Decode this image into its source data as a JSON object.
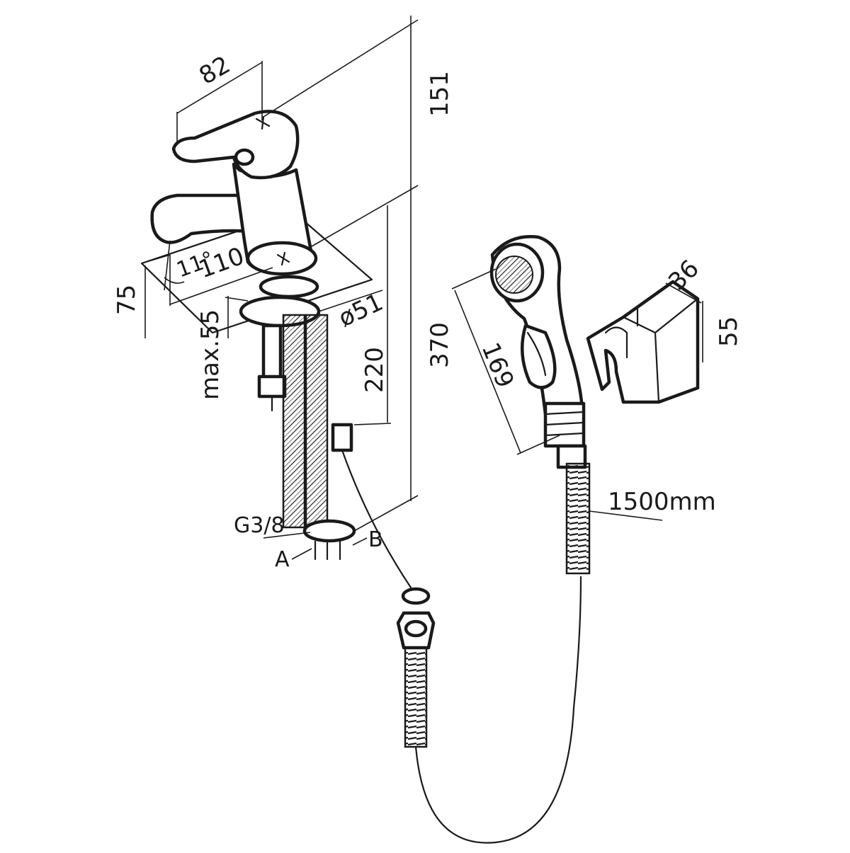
{
  "dimensions": {
    "handle_length": "82",
    "lever_height": "151",
    "spout_angle": "11°",
    "spout_reach": "110",
    "spout_height": "75",
    "deck_thickness": "max.55",
    "base_diameter": "ø51",
    "hose_length_inlet": "220",
    "total_height": "370",
    "handshower_length": "169",
    "holder_width": "36",
    "holder_height": "55",
    "shower_hose_length": "1500mm"
  },
  "connections": {
    "thread": "G3/8",
    "inlet_a": "A",
    "inlet_b": "B"
  }
}
